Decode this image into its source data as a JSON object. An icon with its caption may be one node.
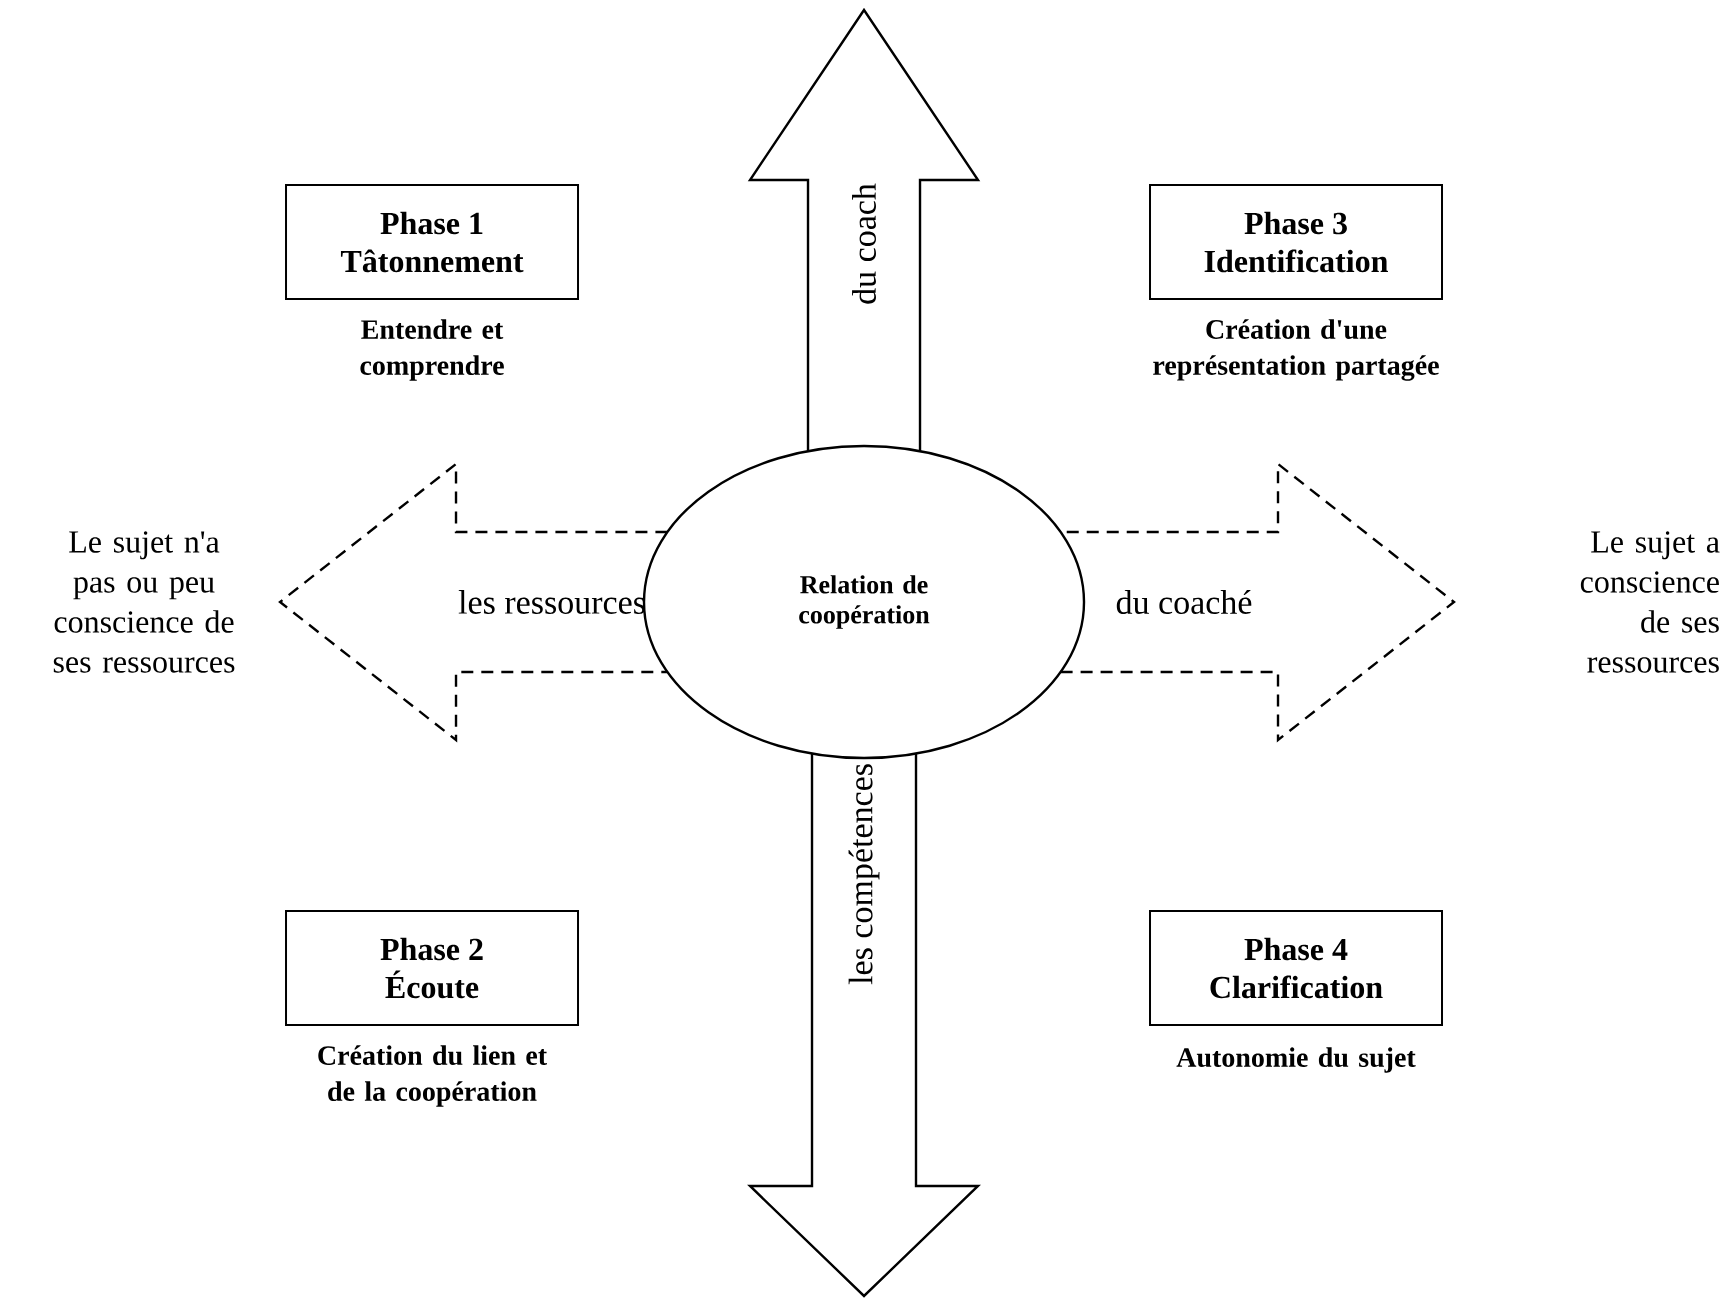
{
  "diagram": {
    "nodes": [
      {
        "text": [
          "Phase 1",
          "Tâtonnement"
        ],
        "beside": [
          "Entendre et comprendre"
        ]
      },
      {
        "text": [
          "du coach"
        ]
      },
      {
        "text": [
          "Phase 3",
          "Identification"
        ],
        "beside": [
          "Création d'une représentation partagée"
        ]
      },
      {
        "text": [
          "Le sujet n'a pas ou peu conscience de ses ressources"
        ]
      },
      {
        "text": [
          "les ressources"
        ]
      },
      {
        "text": [
          "Relation de coopération"
        ]
      },
      {
        "text": [
          "du coaché"
        ]
      },
      {
        "text": [
          "Le sujet a conscience de ses ressources"
        ]
      },
      {
        "text": [
          "les compétences"
        ]
      },
      {
        "text": [
          "Phase 2",
          "Écoute"
        ],
        "beside": [
          "Création du lien et de la coopération"
        ]
      },
      {
        "text": [
          "Phase 4",
          "Clarification"
        ],
        "beside": [
          "Autonomie du sujet"
        ]
      }
    ]
  }
}
